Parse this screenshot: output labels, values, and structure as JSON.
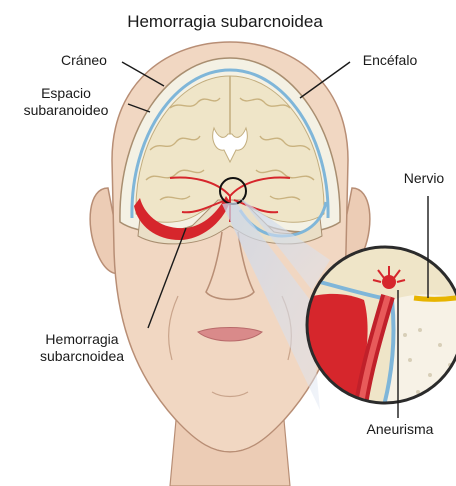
{
  "title": "Hemorragia subarcnoidea",
  "labels": {
    "skull": "Cráneo",
    "subarachnoid_line1": "Espacio",
    "subarachnoid_line2": "subaranoideo",
    "brain": "Encéfalo",
    "nerve": "Nervio",
    "hemorrhage_line1": "Hemorragia",
    "hemorrhage_line2": "subarcnoidea",
    "aneurysm": "Aneurisma"
  },
  "colors": {
    "skin": "#f1d7c2",
    "skin_shadow": "#d9b59d",
    "skull": "#f4f1e4",
    "brain": "#efe5c8",
    "subarachnoid": "#7fb6d9",
    "blood": "#d6262c",
    "lips": "#d98a8a"
  }
}
